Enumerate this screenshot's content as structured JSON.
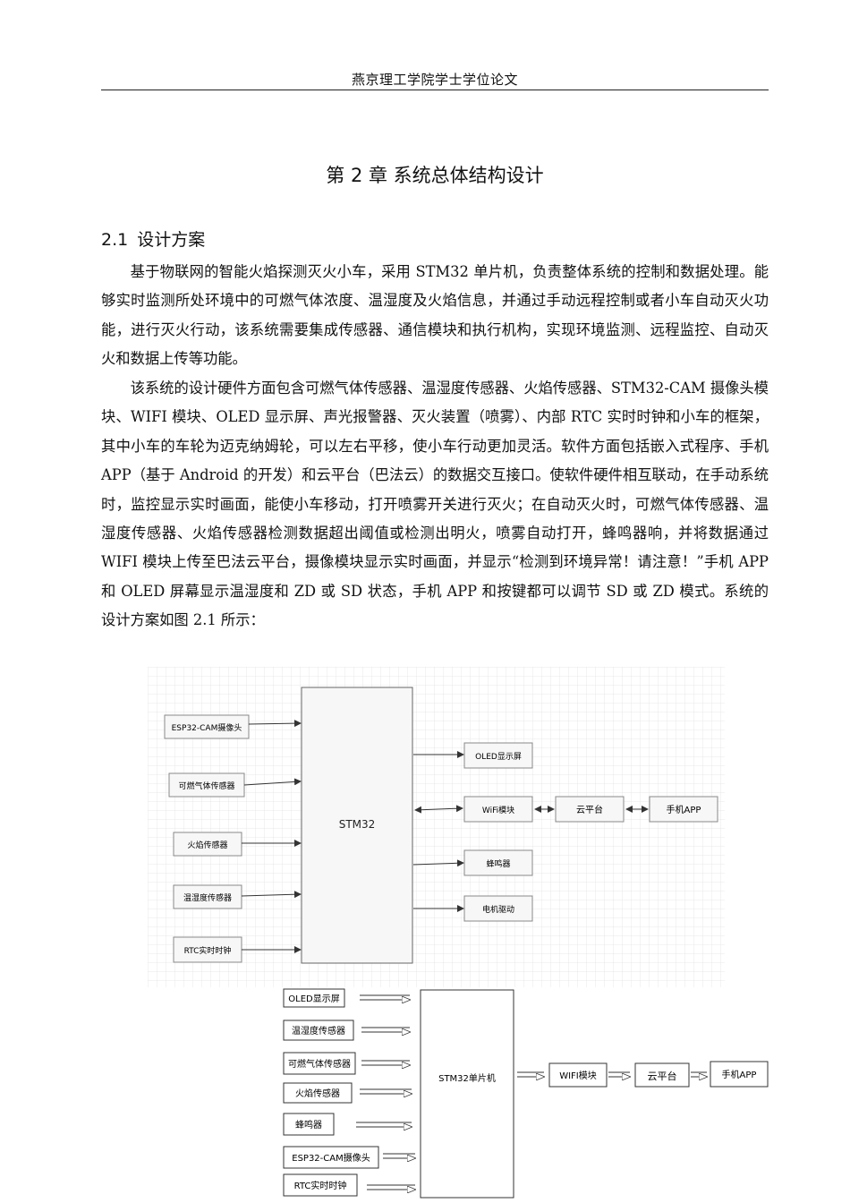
{
  "header": {
    "title": "燕京理工学院学士学位论文"
  },
  "chapter": {
    "title": "第 2 章  系统总体结构设计"
  },
  "section": {
    "number": "2.1",
    "title": "设计方案"
  },
  "paragraphs": [
    "基于物联网的智能火焰探测灭火小车，采用 STM32 单片机，负责整体系统的控制和数据处理。能够实时监测所处环境中的可燃气体浓度、温湿度及火焰信息，并通过手动远程控制或者小车自动灭火功能，进行灭火行动，该系统需要集成传感器、通信模块和执行机构，实现环境监测、远程监控、自动灭火和数据上传等功能。",
    "该系统的设计硬件方面包含可燃气体传感器、温湿度传感器、火焰传感器、STM32-CAM 摄像头模块、WIFI 模块、OLED 显示屏、声光报警器、灭火装置（喷雾）、内部 RTC 实时时钟和小车的框架，其中小车的车轮为迈克纳姆轮，可以左右平移，使小车行动更加灵活。软件方面包括嵌入式程序、手机 APP（基于 Android 的开发）和云平台（巴法云）的数据交互接口。使软件硬件相互联动，在手动系统时，监控显示实时画面，能使小车移动，打开喷雾开关进行灭火；在自动灭火时，可燃气体传感器、温湿度传感器、火焰传感器检测数据超出阈值或检测出明火，喷雾自动打开，蜂鸣器响，并将数据通过 WIFI 模块上传至巴法云平台，摄像模块显示实时画面，并显示“检测到环境异常！请注意！”手机 APP 和 OLED 屏幕显示温湿度和 ZD 或 SD 状态，手机 APP 和按键都可以调节 SD 或 ZD 模式。系统的设计方案如图 2.1 所示："
  ],
  "diagram1": {
    "center": "STM32",
    "inputs": [
      "ESP32-CAM摄像头",
      "可燃气体传感器",
      "火焰传感器",
      "温湿度传感器",
      "RTC实时时钟"
    ],
    "outputs": [
      "OLED显示屏",
      "WiFi模块",
      "蜂鸣器",
      "电机驱动"
    ],
    "cloud": "云平台",
    "app": "手机APP"
  },
  "diagram2": {
    "center": "STM32单片机",
    "inputs": [
      "OLED显示屏",
      "温湿度传感器",
      "可燃气体传感器",
      "火焰传感器",
      "蜂鸣器",
      "ESP32-CAM摄像头",
      "RTC实时时钟"
    ],
    "wifi": "WIFI模块",
    "cloud": "云平台",
    "app": "手机APP"
  }
}
